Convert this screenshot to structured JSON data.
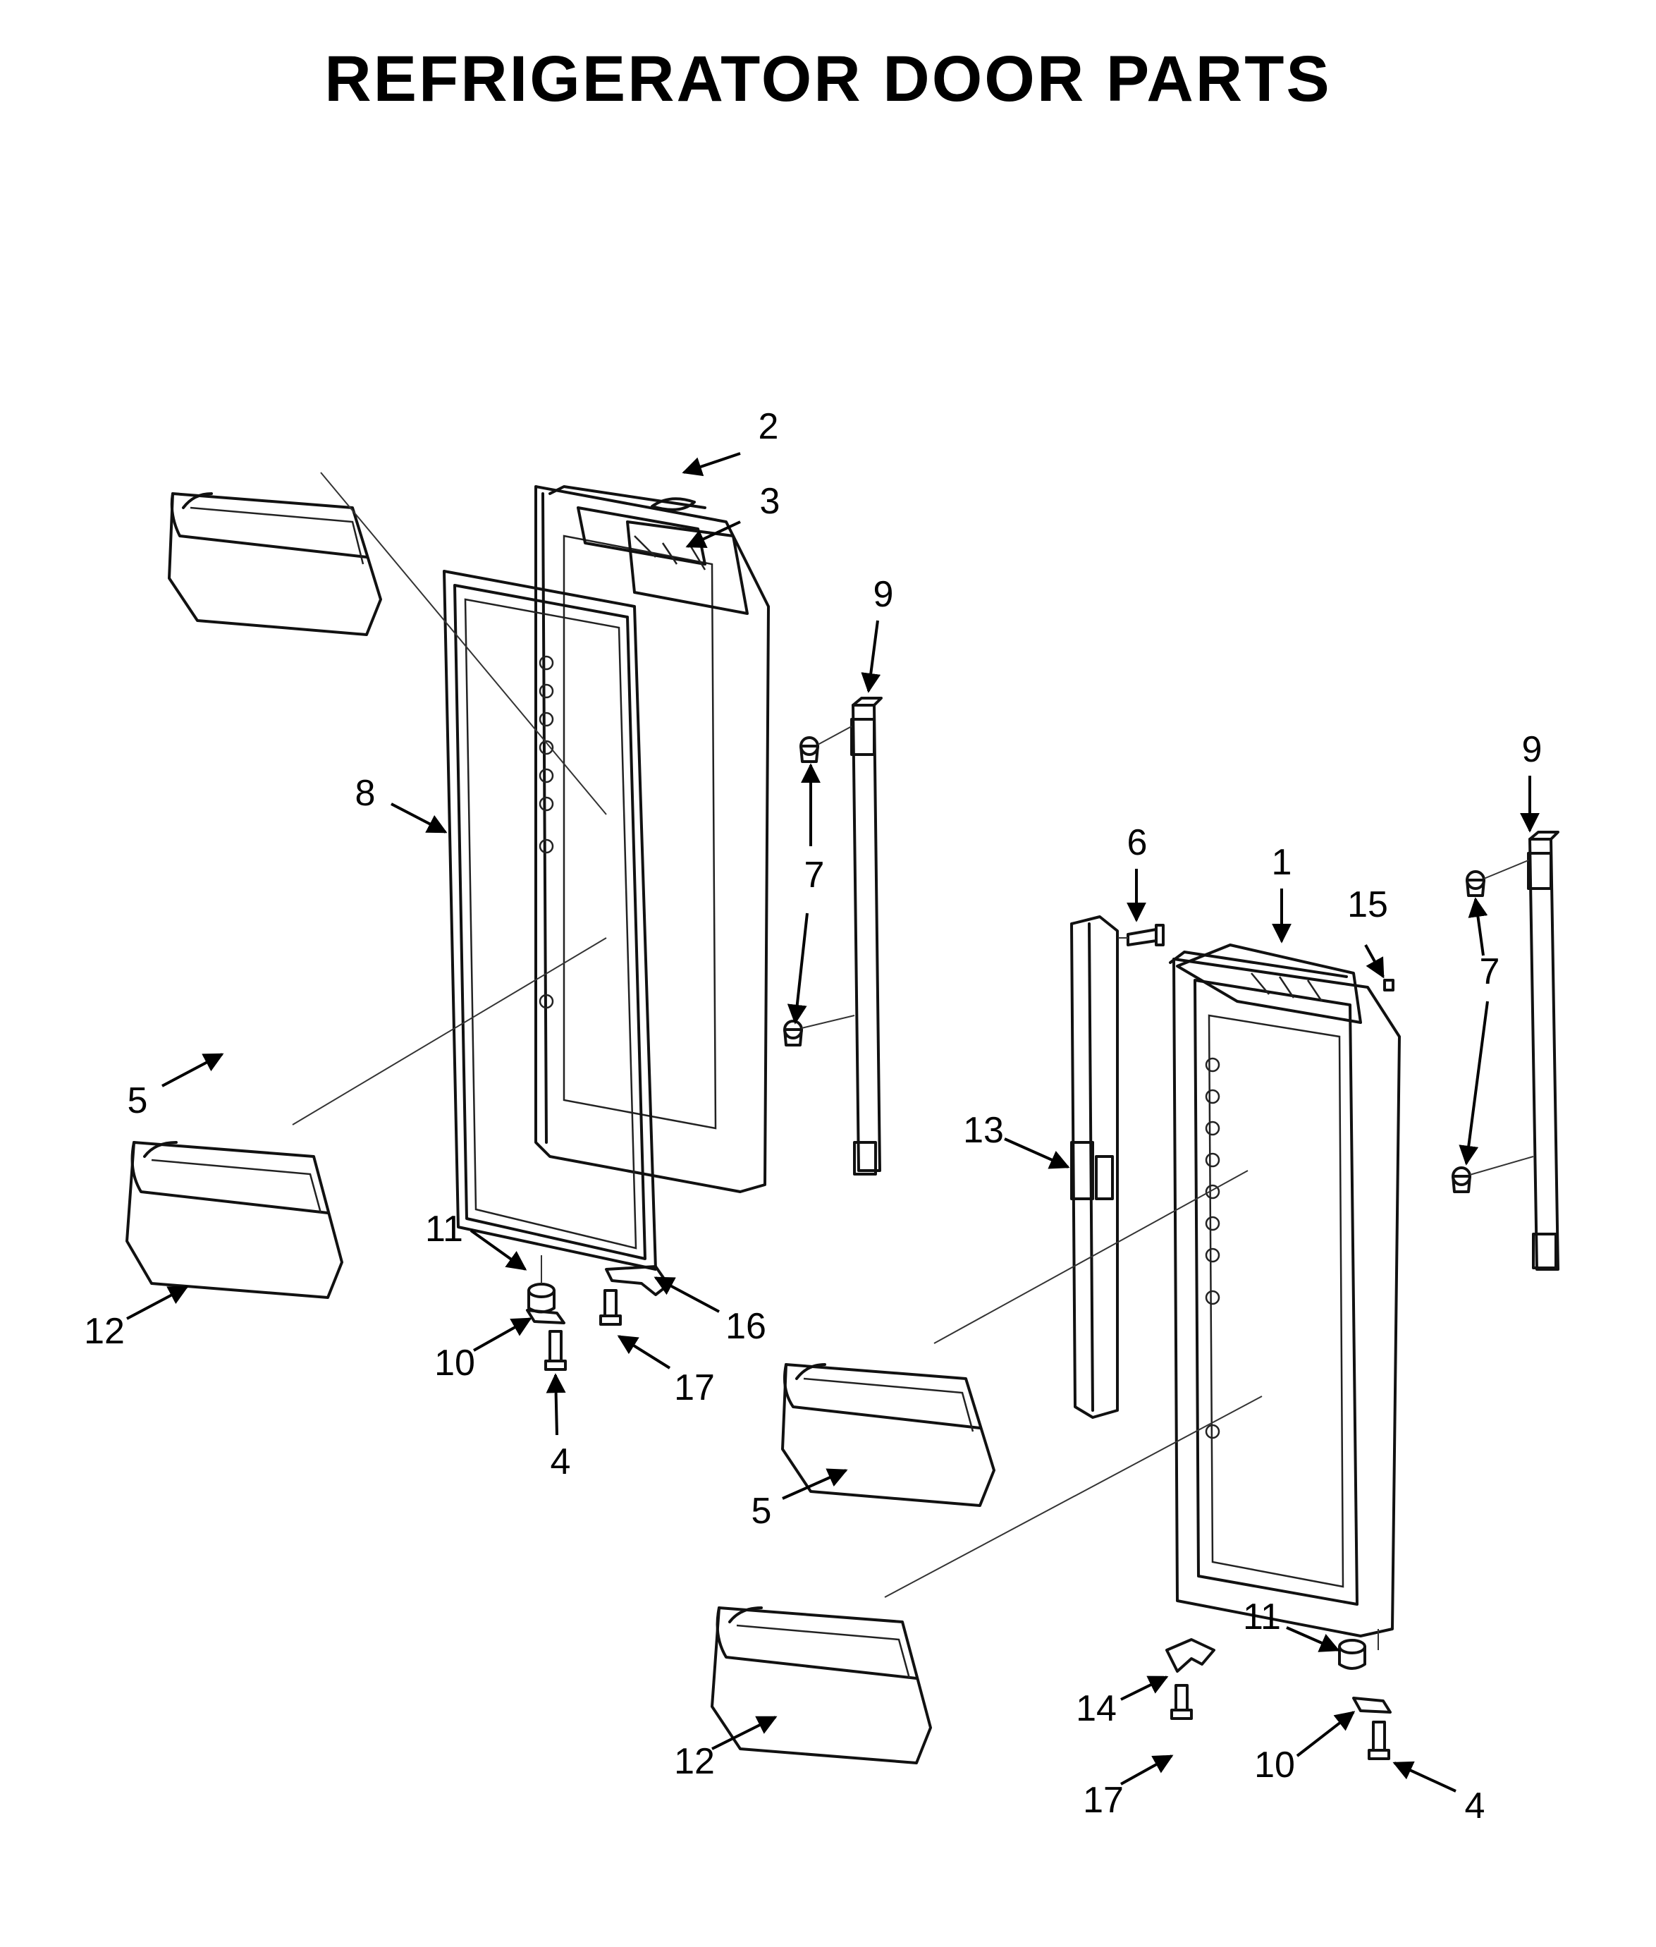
{
  "title": "REFRIGERATOR DOOR PARTS",
  "callouts": [
    {
      "id": "c-2a",
      "text": "2"
    },
    {
      "id": "c-3a",
      "text": "3"
    },
    {
      "id": "c-9a",
      "text": "9"
    },
    {
      "id": "c-8a",
      "text": "8"
    },
    {
      "id": "c-7a",
      "text": "7"
    },
    {
      "id": "c-5a",
      "text": "5"
    },
    {
      "id": "c-12a",
      "text": "12"
    },
    {
      "id": "c-11a",
      "text": "11"
    },
    {
      "id": "c-10a",
      "text": "10"
    },
    {
      "id": "c-4a",
      "text": "4"
    },
    {
      "id": "c-16a",
      "text": "16"
    },
    {
      "id": "c-17a",
      "text": "17"
    },
    {
      "id": "c-9b",
      "text": "9"
    },
    {
      "id": "c-6b",
      "text": "6"
    },
    {
      "id": "c-1b",
      "text": "1"
    },
    {
      "id": "c-15b",
      "text": "15"
    },
    {
      "id": "c-7b",
      "text": "7"
    },
    {
      "id": "c-13b",
      "text": "13"
    },
    {
      "id": "c-5b",
      "text": "5"
    },
    {
      "id": "c-12b",
      "text": "12"
    },
    {
      "id": "c-11b",
      "text": "11"
    },
    {
      "id": "c-14b",
      "text": "14"
    },
    {
      "id": "c-10b",
      "text": "10"
    },
    {
      "id": "c-17b",
      "text": "17"
    },
    {
      "id": "c-4b",
      "text": "4"
    }
  ]
}
